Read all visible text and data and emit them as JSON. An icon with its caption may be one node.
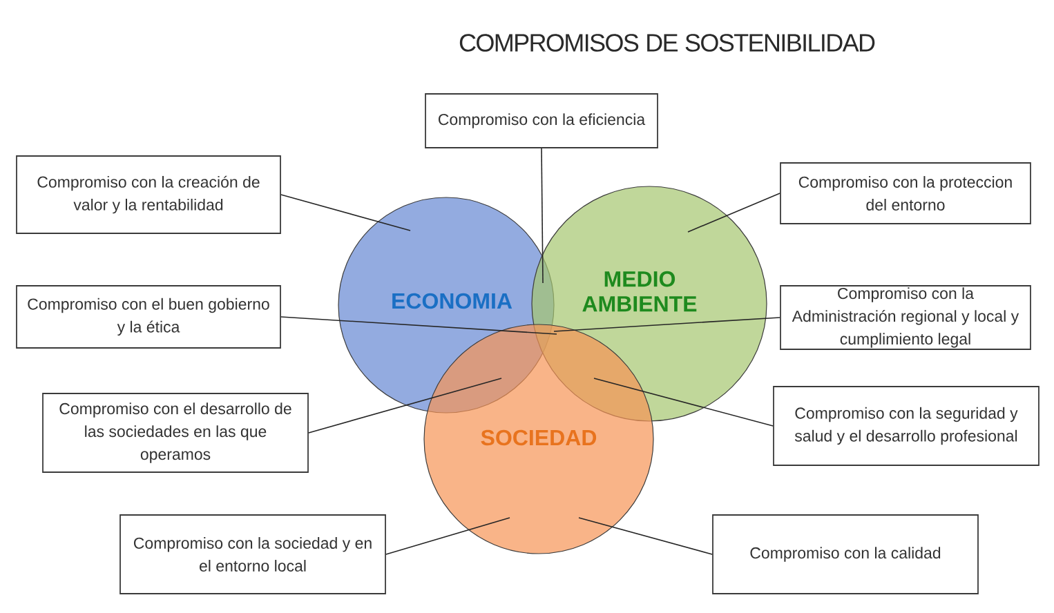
{
  "diagram": {
    "title": "COMPROMISOS DE SOSTENIBILIDAD",
    "nodes": [
      {
        "text": [
          "ECONOMIA"
        ]
      },
      {
        "text": [
          "MEDIO AMBIENTE"
        ]
      },
      {
        "text": [
          "SOCIEDAD"
        ]
      },
      {
        "text": [
          "Compromiso con la eficiencia"
        ]
      },
      {
        "text": [
          "Compromiso con la creación de valor y la rentabilidad"
        ]
      },
      {
        "text": [
          "Compromiso con la proteccion del entorno"
        ]
      },
      {
        "text": [
          "Compromiso con el buen gobierno y la ética"
        ]
      },
      {
        "text": [
          "Compromiso con la Administración regional y local y cumplimiento legal"
        ]
      },
      {
        "text": [
          "Compromiso con el desarrollo de las sociedades en las que operamos"
        ]
      },
      {
        "text": [
          "Compromiso con la seguridad y salud y el desarrollo profesional"
        ]
      },
      {
        "text": [
          "Compromiso con la sociedad y en el entorno local"
        ]
      },
      {
        "text": [
          "Compromiso con la calidad"
        ]
      }
    ],
    "edges": [
      {
        "from": 4,
        "to": 0,
        "arrow": "none"
      },
      {
        "from": 3,
        "to": 0,
        "arrow": "none"
      },
      {
        "from": 5,
        "to": 1,
        "arrow": "none"
      },
      {
        "from": 6,
        "to": 2,
        "arrow": "none"
      },
      {
        "from": 7,
        "to": 2,
        "arrow": "none"
      },
      {
        "from": 8,
        "to": 0,
        "arrow": "none"
      },
      {
        "from": 9,
        "to": 2,
        "arrow": "none"
      },
      {
        "from": 10,
        "to": 2,
        "arrow": "none"
      },
      {
        "from": 11,
        "to": 2,
        "arrow": "none"
      }
    ]
  }
}
